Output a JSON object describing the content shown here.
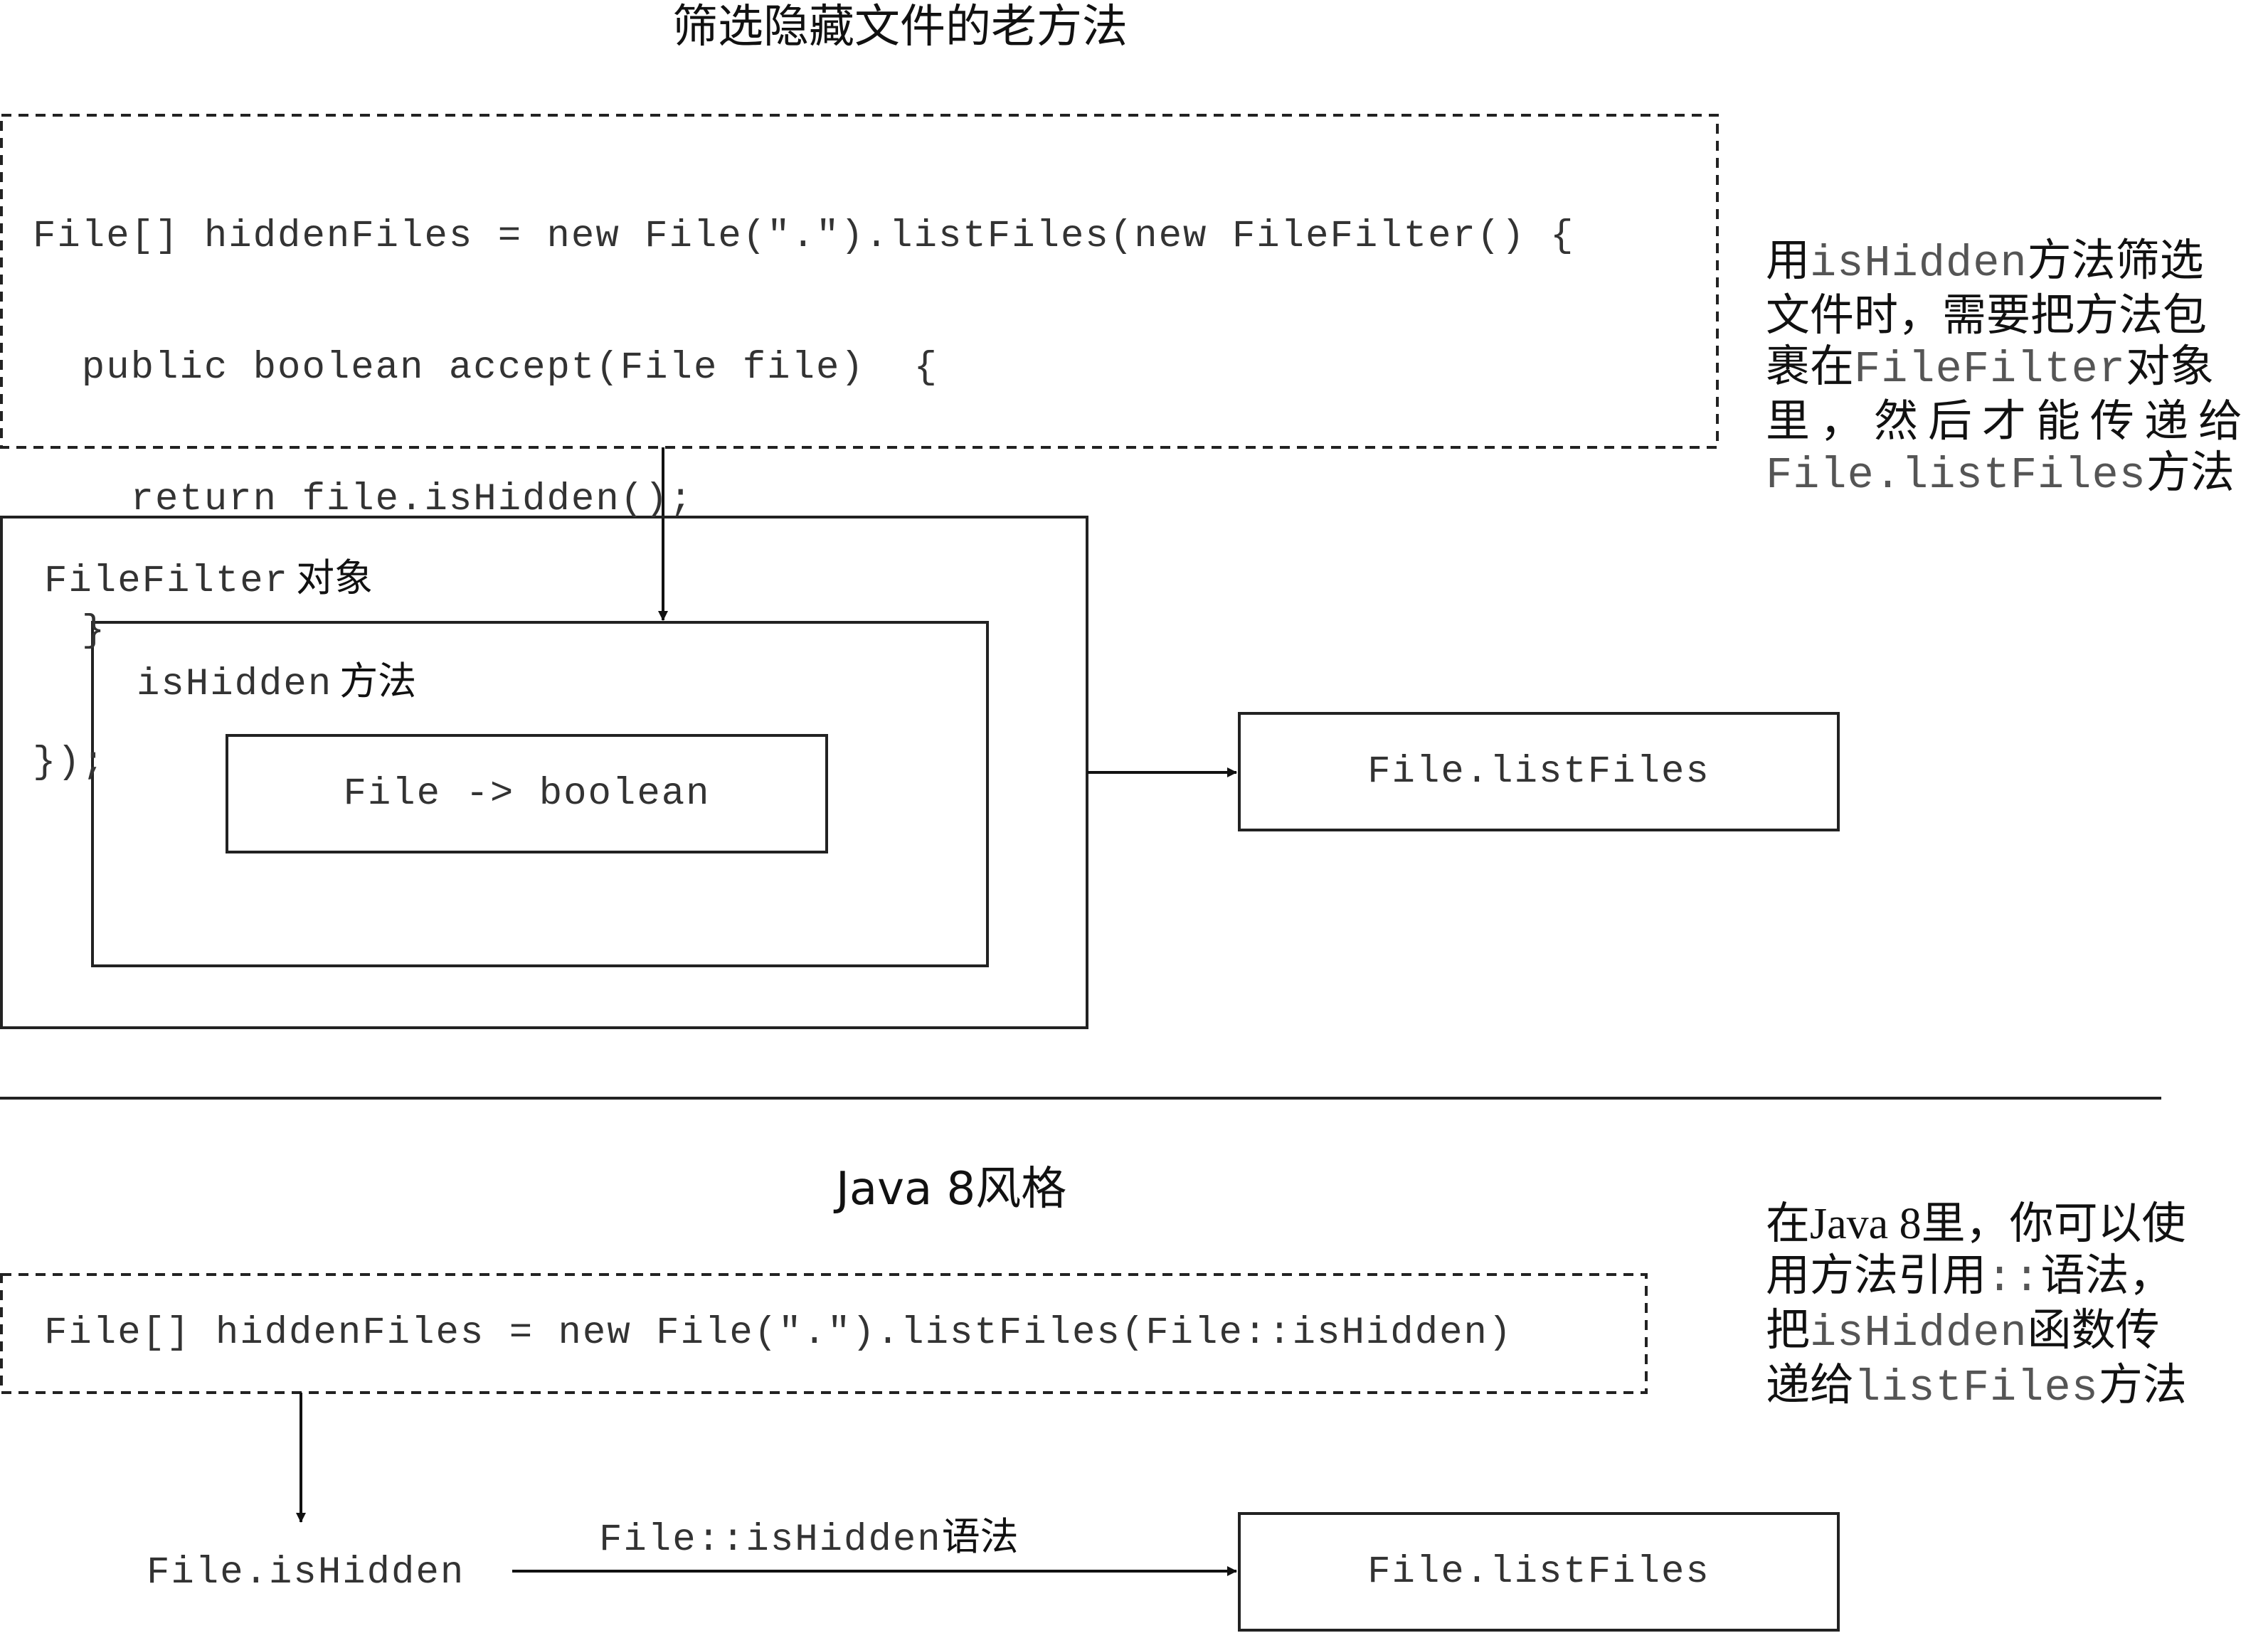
{
  "old_section": {
    "title": "筛选隐藏文件的老方法",
    "code_lines": [
      "File[] hiddenFiles = new File(\".\").listFiles(new FileFilter() {",
      "  public boolean accept(File file)  {",
      "    return file.isHidden();",
      "  }",
      "});"
    ],
    "filefilter_label_mono": "FileFilter",
    "filefilter_label_cjk": "对象",
    "ishidden_label_mono": "isHidden",
    "ishidden_label_cjk": "方法",
    "signature": "File -> boolean",
    "target": "File.listFiles",
    "note": {
      "l1a": "用",
      "l1b": "isHidden",
      "l1c": "方法筛选",
      "l2": "文件时，需要把方法包",
      "l3a": "裹在",
      "l3b": "FileFilter",
      "l3c": "对象",
      "l4": "里，然后才能传递给",
      "l5a": "File.listFiles",
      "l5b": "方法"
    }
  },
  "java8_section": {
    "title": "Java 8风格",
    "code": "File[] hiddenFiles = new File(\".\").listFiles(File::isHidden)",
    "source": "File.isHidden",
    "arrow_label_mono": "File::isHidden",
    "arrow_label_cjk": "语法",
    "target": "File.listFiles",
    "note": {
      "l1": "在Java 8里，你可以使",
      "l2a": "用方法引用",
      "l2b": "::",
      "l2c": "语法，",
      "l3a": "把",
      "l3b": "isHidden",
      "l3c": "函数传",
      "l4a": "递给",
      "l4b": "listFiles",
      "l4c": "方法"
    }
  }
}
